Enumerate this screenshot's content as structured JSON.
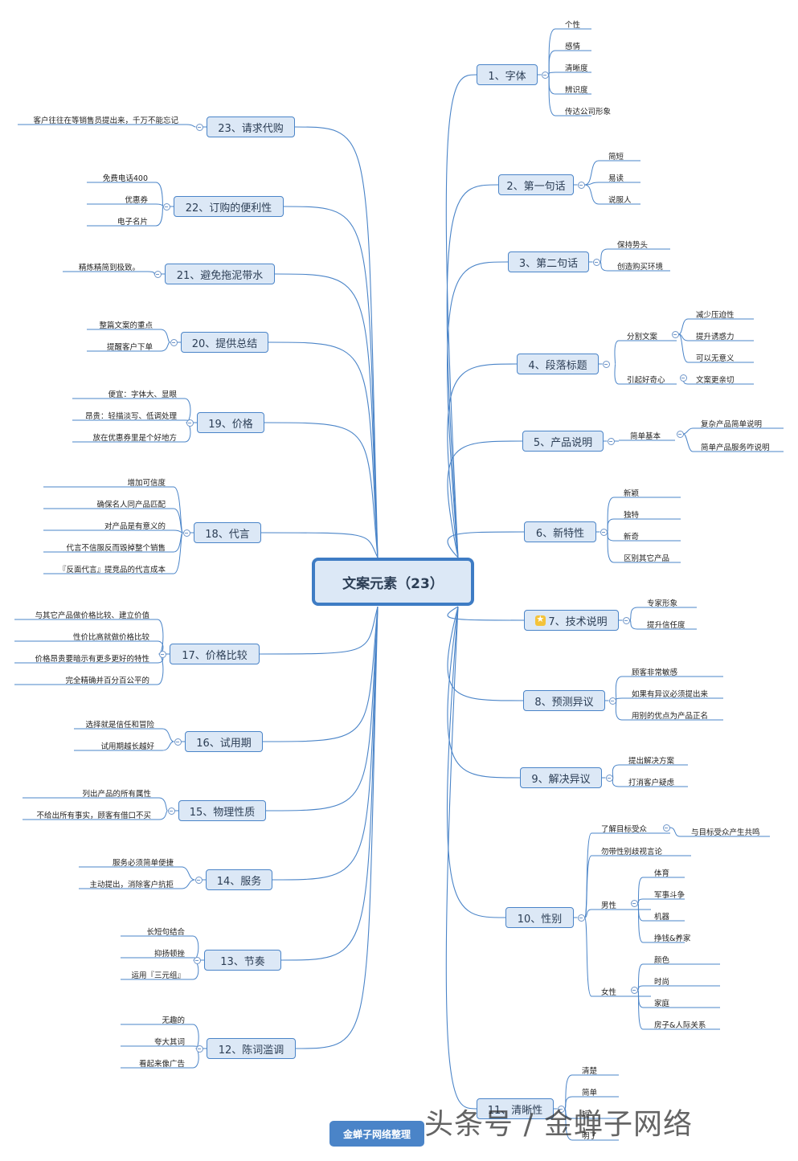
{
  "root": {
    "label": "文案元素（23）"
  },
  "right_branches": [
    {
      "label": "1、字体",
      "children": [
        {
          "label": "个性"
        },
        {
          "label": "感情"
        },
        {
          "label": "清晰度"
        },
        {
          "label": "辨识度"
        },
        {
          "label": "传达公司形象"
        }
      ]
    },
    {
      "label": "2、第一句话",
      "children": [
        {
          "label": "简短"
        },
        {
          "label": "易读"
        },
        {
          "label": "说服人"
        }
      ]
    },
    {
      "label": "3、第二句话",
      "children": [
        {
          "label": "保持势头"
        },
        {
          "label": "创造购买环境"
        }
      ]
    },
    {
      "label": "4、段落标题",
      "children": [
        {
          "label": "分割文案",
          "children": [
            {
              "label": "减少压迫性"
            },
            {
              "label": "提升诱惑力"
            },
            {
              "label": "可以无意义"
            }
          ]
        },
        {
          "label": "引起好奇心",
          "children": [
            {
              "label": "文案更亲切"
            }
          ]
        }
      ]
    },
    {
      "label": "5、产品说明",
      "children": [
        {
          "label": "简单基本",
          "children": [
            {
              "label": "复杂产品简单说明"
            },
            {
              "label": "简单产品服务咋说明"
            }
          ]
        }
      ]
    },
    {
      "label": "6、新特性",
      "children": [
        {
          "label": "新颖"
        },
        {
          "label": "独特"
        },
        {
          "label": "新奇"
        },
        {
          "label": "区别其它产品"
        }
      ]
    },
    {
      "label": "7、技术说明",
      "children": [
        {
          "label": "专家形象"
        },
        {
          "label": "提升信任度"
        }
      ]
    },
    {
      "label": "8、预测异议",
      "children": [
        {
          "label": "顾客非常敏感"
        },
        {
          "label": "如果有异议必须提出来"
        },
        {
          "label": "用别的优点为产品正名"
        }
      ]
    },
    {
      "label": "9、解决异议",
      "children": [
        {
          "label": "提出解决方案"
        },
        {
          "label": "打消客户疑虑"
        }
      ]
    },
    {
      "label": "10、性别",
      "children": [
        {
          "label": "了解目标受众",
          "children": [
            {
              "label": "与目标受众产生共鸣"
            }
          ]
        },
        {
          "label": "勿带性别歧视言论"
        },
        {
          "label": "男性",
          "children": [
            {
              "label": "体育"
            },
            {
              "label": "军事斗争"
            },
            {
              "label": "机器"
            },
            {
              "label": "挣钱&养家"
            }
          ]
        },
        {
          "label": "女性",
          "children": [
            {
              "label": "颜色"
            },
            {
              "label": "时尚"
            },
            {
              "label": "家庭"
            },
            {
              "label": "房子&人际关系"
            }
          ]
        }
      ]
    },
    {
      "label": "11、清晰性",
      "children": [
        {
          "label": "清楚"
        },
        {
          "label": "简单"
        },
        {
          "label": "短"
        },
        {
          "label": "明了"
        }
      ]
    }
  ],
  "left_branches": [
    {
      "label": "23、请求代购",
      "children": [
        {
          "label": "客户往往在等销售员提出来，千万不能忘记"
        }
      ]
    },
    {
      "label": "22、订购的便利性",
      "children": [
        {
          "label": "免费电话400"
        },
        {
          "label": "优惠券"
        },
        {
          "label": "电子名片"
        }
      ]
    },
    {
      "label": "21、避免拖泥带水",
      "children": [
        {
          "label": "精炼精简到极致。"
        }
      ]
    },
    {
      "label": "20、提供总结",
      "children": [
        {
          "label": "整篇文案的重点"
        },
        {
          "label": "提醒客户下单"
        }
      ]
    },
    {
      "label": "19、价格",
      "children": [
        {
          "label": "便宜：字体大、显眼"
        },
        {
          "label": "昂贵：轻描淡写、低调处理"
        },
        {
          "label": "放在优惠券里是个好地方"
        }
      ]
    },
    {
      "label": "18、代言",
      "children": [
        {
          "label": "增加可信度"
        },
        {
          "label": "确保名人同产品匹配"
        },
        {
          "label": "对产品是有意义的"
        },
        {
          "label": "代言不信服反而毁掉整个销售"
        },
        {
          "label": "『反面代言』提竞品的代言成本"
        }
      ]
    },
    {
      "label": "17、价格比较",
      "children": [
        {
          "label": "与其它产品做价格比较、建立价值"
        },
        {
          "label": "性价比高就做价格比较"
        },
        {
          "label": "价格昂贵要暗示有更多更好的特性"
        },
        {
          "label": "完全精确并百分百公平的"
        }
      ]
    },
    {
      "label": "16、试用期",
      "children": [
        {
          "label": "选择就是信任和冒险"
        },
        {
          "label": "试用期越长越好"
        }
      ]
    },
    {
      "label": "15、物理性质",
      "children": [
        {
          "label": "列出产品的所有属性"
        },
        {
          "label": "不给出所有事实，顾客有借口不买"
        }
      ]
    },
    {
      "label": "14、服务",
      "children": [
        {
          "label": "服务必须简单便捷"
        },
        {
          "label": "主动提出，消除客户抗拒"
        }
      ]
    },
    {
      "label": "13、节奏",
      "children": [
        {
          "label": "长短句结合"
        },
        {
          "label": "抑扬顿挫"
        },
        {
          "label": "运用『三元组』"
        }
      ]
    },
    {
      "label": "12、陈词滥调",
      "children": [
        {
          "label": "无趣的"
        },
        {
          "label": "夸大其词"
        },
        {
          "label": "看起来像广告"
        }
      ]
    }
  ],
  "footer": {
    "badge": "金蝉子网络整理",
    "watermark": "头条号 / 金蝉子网络"
  },
  "colors": {
    "node_fill": "#dce8f6",
    "node_border": "#4a84c8",
    "line": "#4a84c8",
    "badge": "#4a84c8"
  }
}
